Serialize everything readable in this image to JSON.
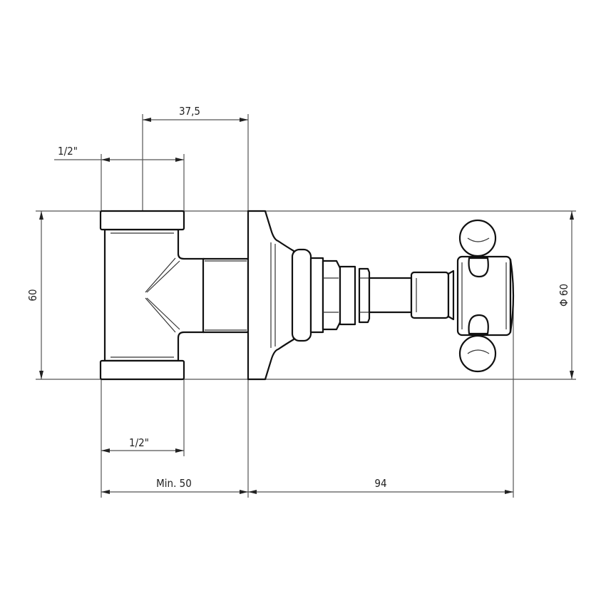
{
  "dimensions": {
    "thread_top": "1/2\"",
    "offset": "37,5",
    "height": "60",
    "diameter": "Φ 60",
    "thread_bottom": "1/2\"",
    "min_wall_depth": "Min. 50",
    "projection": "94"
  }
}
